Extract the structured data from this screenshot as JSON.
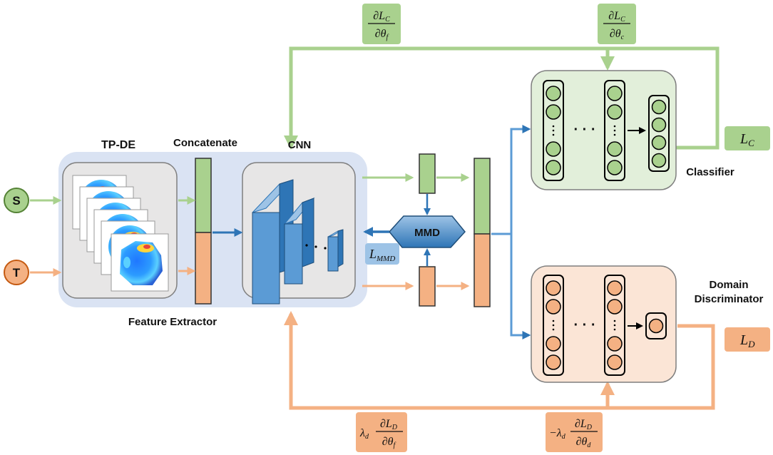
{
  "inputs": {
    "source": "S",
    "target": "T"
  },
  "labels": {
    "tpde": "TP-DE",
    "concatenate": "Concatenate",
    "cnn": "CNN",
    "feature_extractor": "Feature Extractor",
    "mmd": "MMD",
    "classifier": "Classifier",
    "domain_line1": "Domain",
    "domain_line2": "Discriminator",
    "ellipsis": "· · ·"
  },
  "losses": {
    "mmd": {
      "symbol": "L",
      "sub": "MMD"
    },
    "classifier": {
      "symbol": "L",
      "sub": "C"
    },
    "domain": {
      "symbol": "L",
      "sub": "D"
    }
  },
  "gradients": {
    "g1": {
      "coef": "",
      "num": "∂L",
      "num_sub": "C",
      "den": "∂θ",
      "den_sub": "f"
    },
    "g2": {
      "coef": "",
      "num": "∂L",
      "num_sub": "C",
      "den": "∂θ",
      "den_sub": "c"
    },
    "g3": {
      "coef": "λ",
      "coef_sub": "d",
      "num": "∂L",
      "num_sub": "D",
      "den": "∂θ",
      "den_sub": "f"
    },
    "g4": {
      "coef": "−λ",
      "coef_sub": "d",
      "num": "∂L",
      "num_sub": "D",
      "den": "∂θ",
      "den_sub": "d"
    }
  },
  "colors": {
    "green": "#a9d18e",
    "green_dark": "#548235",
    "green_light": "#e2efda",
    "orange": "#f4b183",
    "orange_dark": "#c55a11",
    "orange_light": "#fbe5d6",
    "blue": "#5b9bd5",
    "blue_dark": "#2e75b6",
    "blue_panel": "#dae3f3",
    "gray_panel": "#e7e6e6"
  }
}
